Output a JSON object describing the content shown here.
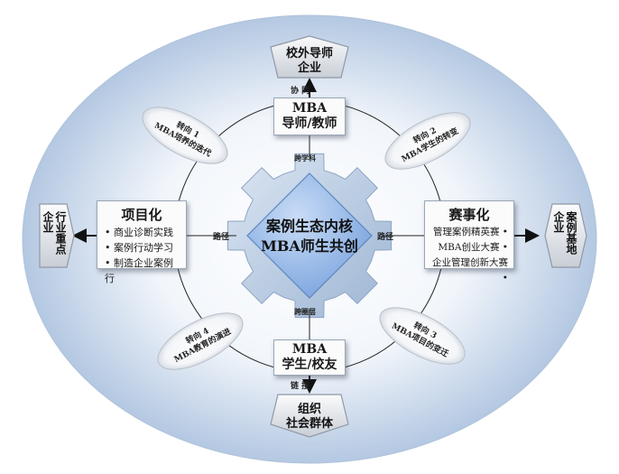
{
  "core": {
    "line1": "案例生态内核",
    "line2": "MBA师生共创"
  },
  "gear_labels": {
    "top": "跨学科",
    "left": "路径",
    "right": "路径",
    "bottom": "跨圈层"
  },
  "top_box": {
    "line1": "MBA",
    "line2": "导师/教师"
  },
  "bottom_box": {
    "line1": "MBA",
    "line2": "学生/校友"
  },
  "left_box": {
    "title": "项目化",
    "items": [
      "商业诊断实践",
      "案例行动学习",
      "制造企业案例行"
    ]
  },
  "right_box": {
    "title": "赛事化",
    "items": [
      "管理案例精英赛",
      "MBA创业大赛",
      "企业管理创新大赛"
    ]
  },
  "connectors": {
    "top": "协 同",
    "bottom": "链 接"
  },
  "pentagons": {
    "top": {
      "line1": "校外导师",
      "line2": "企业"
    },
    "bottom": {
      "line1": "组织",
      "line2": "社会群体"
    },
    "left": {
      "col1": "行业重点",
      "col2": "企业"
    },
    "right": {
      "col1": "案例基地",
      "col2": "企业"
    }
  },
  "petals": {
    "p1": {
      "line1": "转向 1",
      "line2": "MBA培养的迭代"
    },
    "p2": {
      "line1": "转向 2",
      "line2": "MBA学生的转变"
    },
    "p3": {
      "line1": "转向 3",
      "line2": "MBA项目的变迁"
    },
    "p4": {
      "line1": "转向 4",
      "line2": "MBA教育的演进"
    }
  },
  "colors": {
    "ellipse_edge": "#b7c9e2",
    "ellipse_center": "#ffffff",
    "gear": "#a9c0dc",
    "core": "#8fb4e6"
  }
}
